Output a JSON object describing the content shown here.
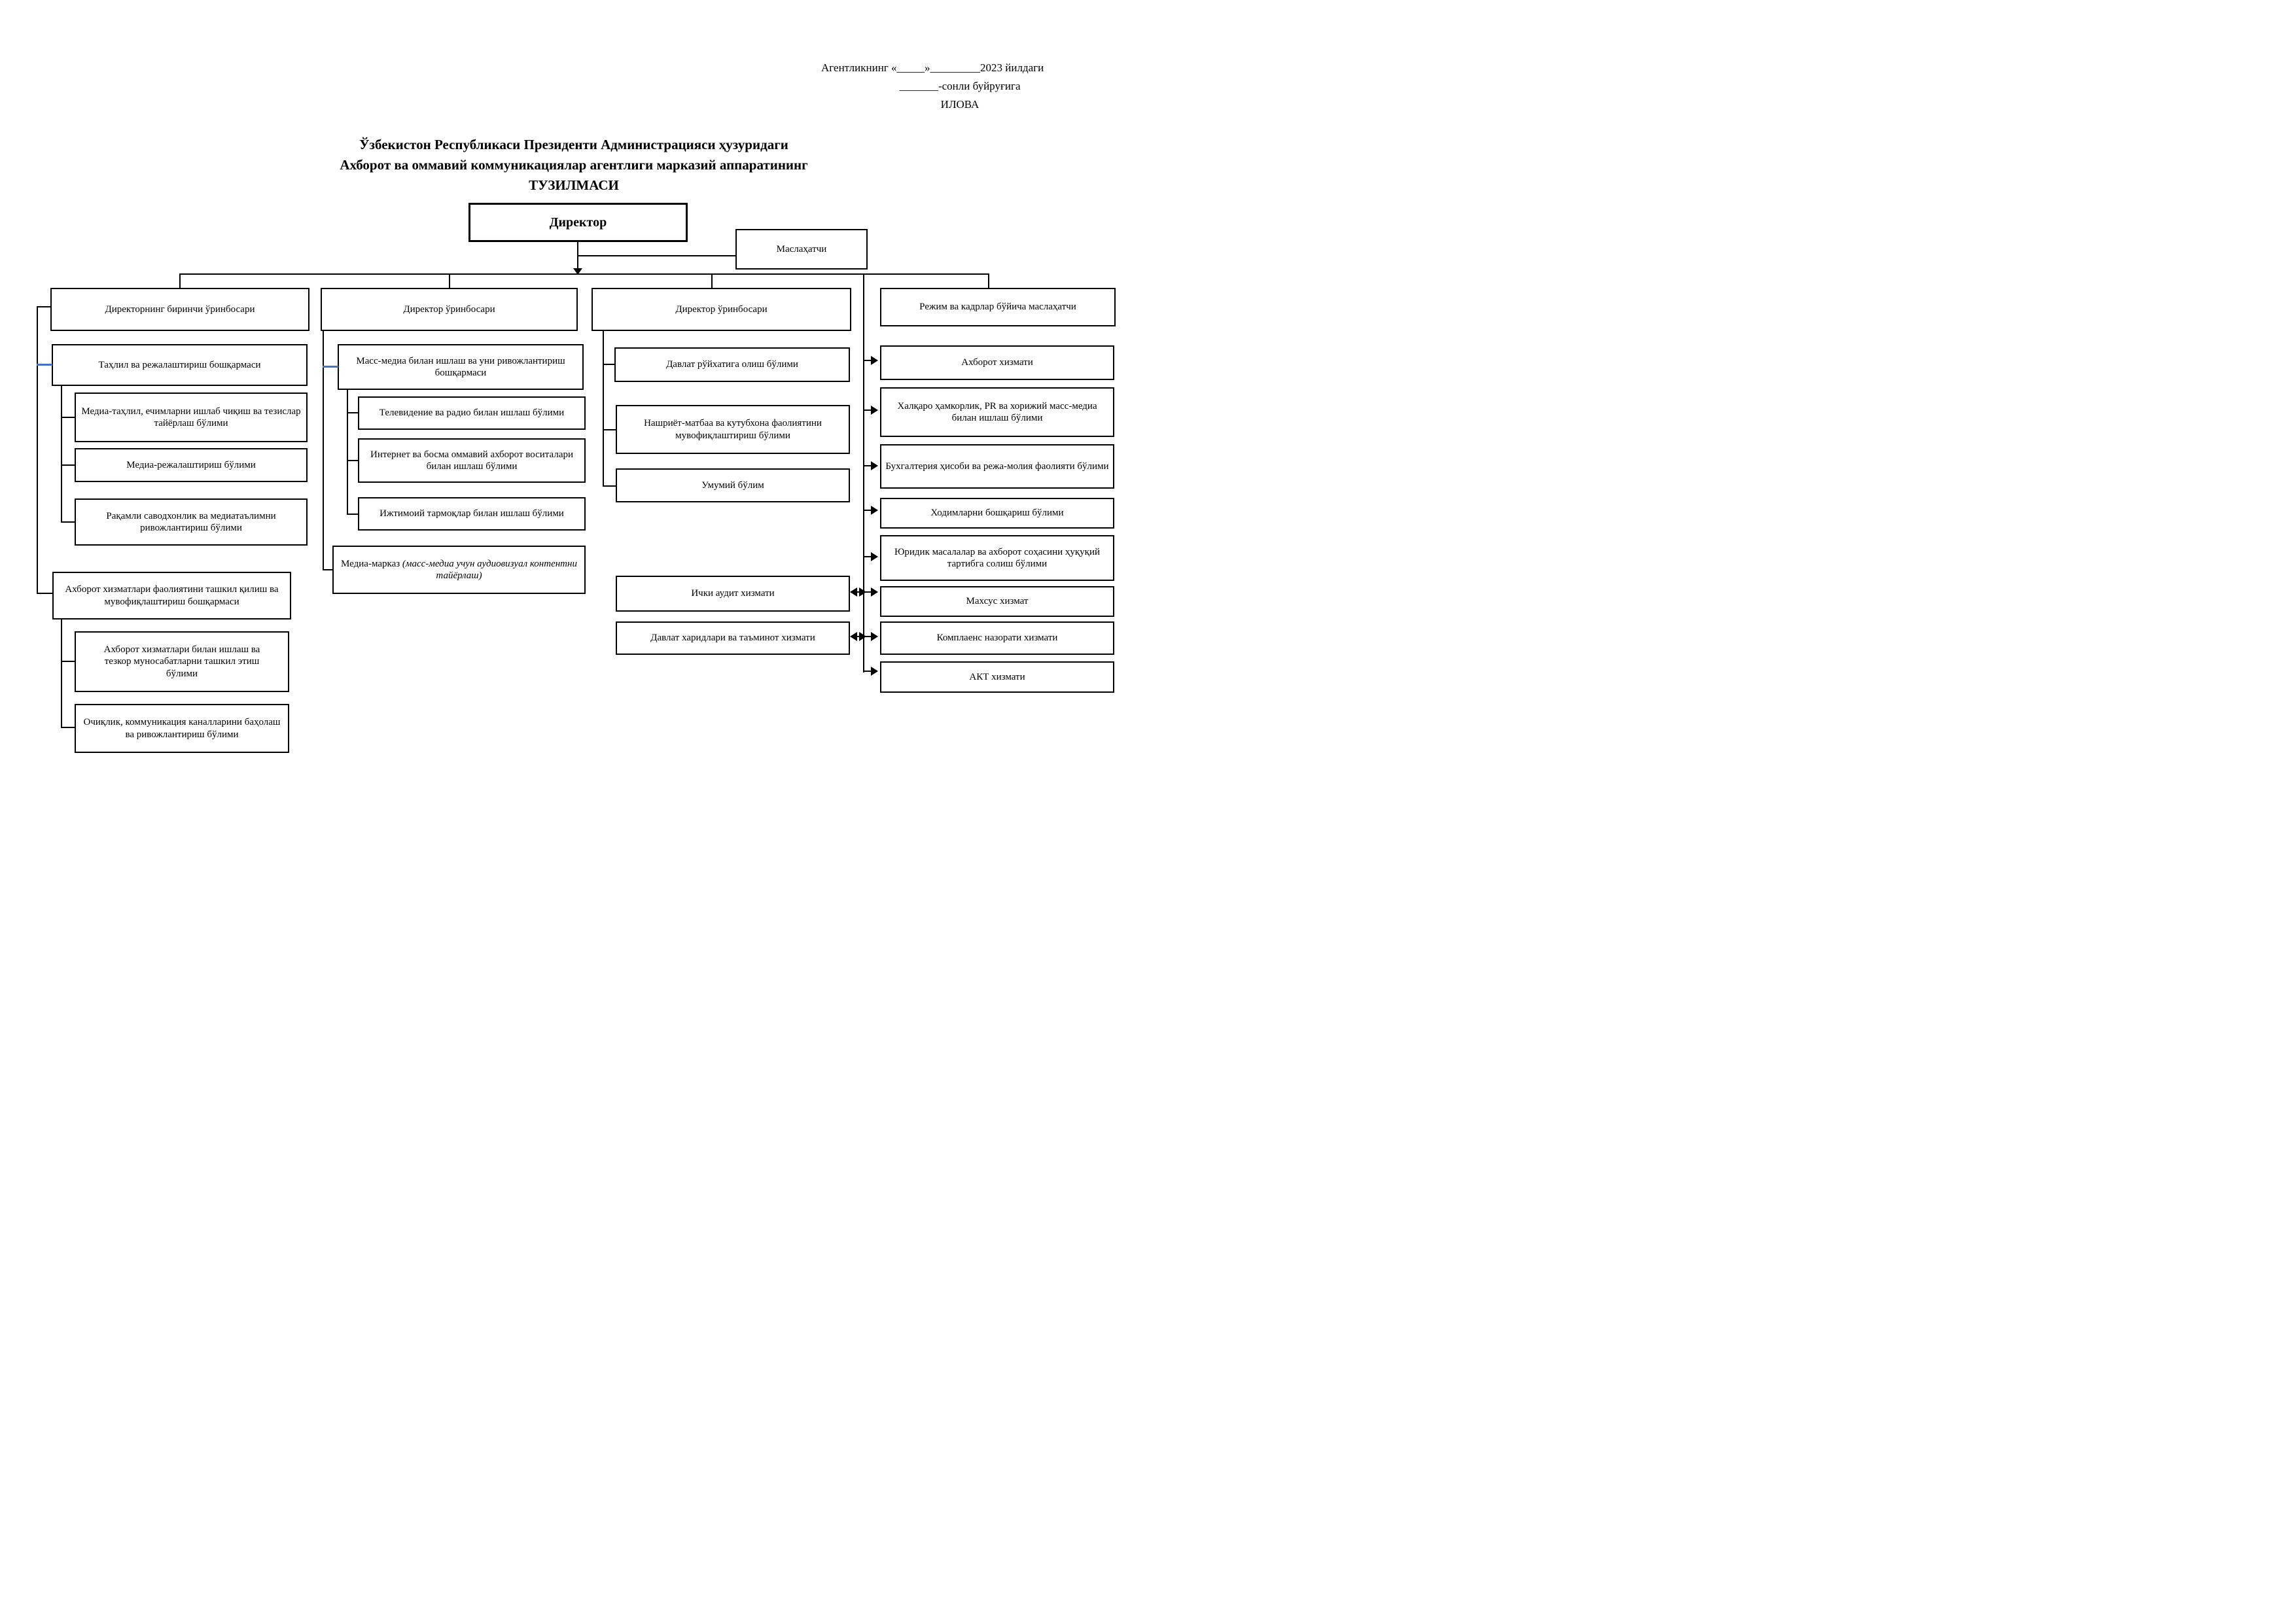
{
  "annotation": {
    "line1": "Агентликнинг «_____»_________2023 йилдаги",
    "line2": "_______-сонли буйруғига",
    "line3": "ИЛОВА"
  },
  "title": {
    "line1": "Ўзбекистон Республикаси Президенти Администрацияси ҳузуридаги",
    "line2": "Ахборот ва оммавий коммуникациялар агентлиги марказий аппаратининг",
    "line3": "ТУЗИЛМАСИ"
  },
  "org": {
    "director": "Директор",
    "advisor": "Маслаҳатчи",
    "col1": {
      "header": "Директорнинг биринчи ўринбосари",
      "tahlil": "Таҳлил ва режалаштириш бошқармаси",
      "media_tahlil": "Медиа-таҳлил, ечимларни ишлаб чиқиш ва тезислар тайёрлаш бўлими",
      "media_rej": "Медиа-режалаштириш бўлими",
      "raqamli": "Рақамли саводхонлик ва медиатаълимни ривожлантириш бўлими",
      "axborot_boshqarma": "Ахборот хизматлари фаолиятини ташкил қилиш ва мувофиқлаштириш бошқармаси",
      "axborot_ishlash": "Ахборот хизматлари билан ишлаш ва тезкор муносабатларни ташкил этиш бўлими",
      "ochiqlik": "Очиқлик, коммуникация каналларини баҳолаш ва ривожлантириш бўлими"
    },
    "col2": {
      "header": "Директор ўринбосари",
      "massmedia": "Масс-медиа билан ишлаш ва уни ривожлантириш бошқармаси",
      "tv": "Телевидение ва радио билан ишлаш бўлими",
      "internet": "Интернет ва босма оммавий ахборот воситалари билан ишлаш бўлими",
      "ijtimoiy": "Ижтимоий тармоқлар билан ишлаш бўлими",
      "media_markaz": "Медиа-марказ ",
      "media_markaz_note": "(масс-медиа учун аудиовизуал контентни тайёрлаш)"
    },
    "col3": {
      "header": "Директор ўринбосари",
      "davlat_royxat": "Давлат рўйхатига олиш бўлими",
      "nashriyot": "Нашриёт-матбаа ва кутубхона фаолиятини мувофиқлаштириш бўлими",
      "umumiy": "Умумий бўлим",
      "ichki_audit": "Ички аудит хизмати",
      "davlat_xarid": "Давлат харидлари ва таъминот хизмати"
    },
    "col4": {
      "header": "Режим ва кадрлар бўйича маслаҳатчи",
      "axborot_xizmati": "Ахборот хизмати",
      "xalqaro": "Халқаро ҳамкорлик, PR ва хорижий масс-медиа билан ишлаш бўлими",
      "buxgalteriya": "Бухгалтерия ҳисоби ва режа-молия фаолияти бўлими",
      "xodimlar": "Ходимларни бошқариш бўлими",
      "yuridik": "Юридик масалалар ва ахборот соҳасини ҳуқуқий тартибга солиш бўлими",
      "maxsus": "Махсус хизмат",
      "komplaens": "Комплаенс назорати хизмати",
      "akt": "АКТ хизмати"
    }
  }
}
